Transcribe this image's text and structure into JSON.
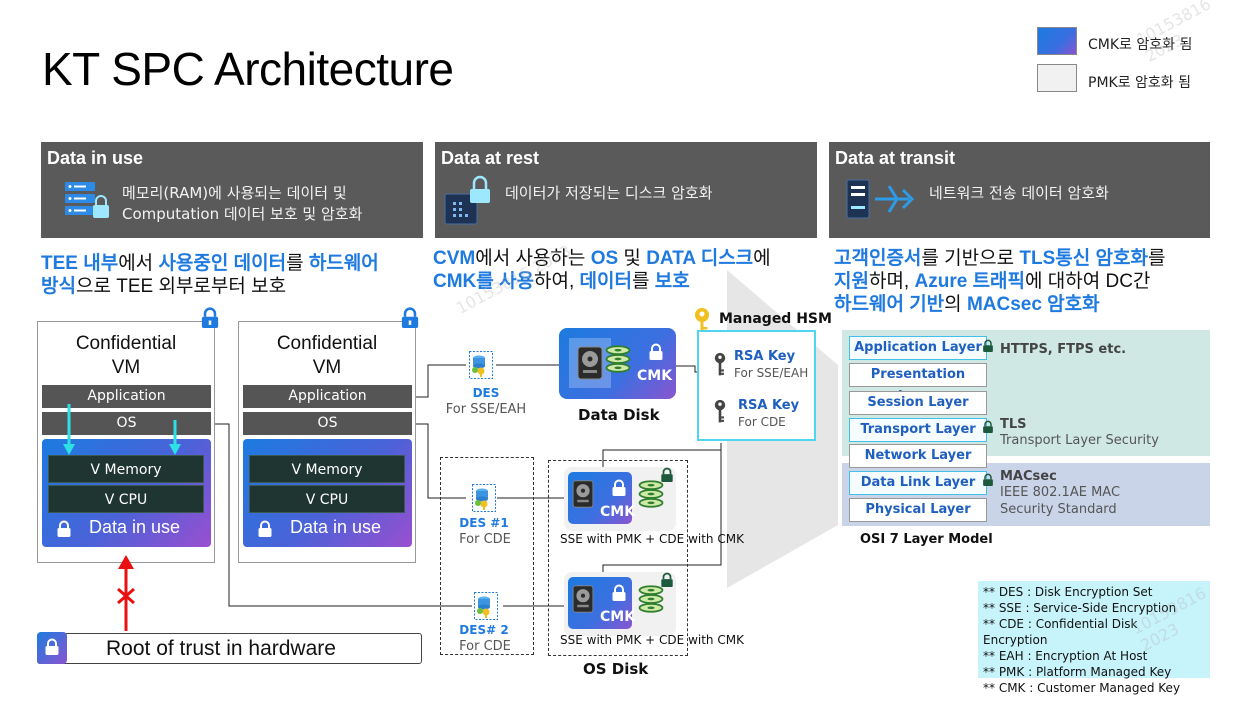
{
  "title": "KT SPC Architecture",
  "legend": [
    {
      "label": "CMK로 암호화 됨",
      "swatch": "cmk"
    },
    {
      "label": "PMK로 암호화 됨",
      "swatch": "pmk"
    }
  ],
  "sections": {
    "in_use": {
      "title": "Data in use",
      "desc_line1": "메모리(RAM)에 사용되는 데이터 및",
      "desc_line2": "Computation 데이터 보호 및 암호화"
    },
    "at_rest": {
      "title": "Data at rest",
      "desc": "데이터가 저장되는 디스크 암호화"
    },
    "transit": {
      "title": "Data at transit",
      "desc": "네트워크 전송 데이터 암호화"
    }
  },
  "blurbs": {
    "in_use": {
      "p1": "TEE 내부",
      "p2": "에서 ",
      "p3": "사용중인 데이터",
      "p4": "를 ",
      "p5": "하드웨어",
      "p6": "방식",
      "p7": "으로 TEE 외부로부터 보호"
    },
    "at_rest": {
      "p1": "CVM",
      "p2": "에서 사용하는 ",
      "p3": "OS",
      "p4": " 및 ",
      "p5": "DATA 디스크",
      "p6": "에",
      "p7": "CMK를 사용",
      "p8": "하여, ",
      "p9": "데이터",
      "p10": "를 ",
      "p11": "보호"
    },
    "transit": {
      "p1": "고객인증서",
      "p2": "를 기반으로 ",
      "p3": "TLS통신 암호화",
      "p4": "를",
      "p5": "지원",
      "p6": "하며, ",
      "p7": "Azure 트래픽",
      "p8": "에 대하여 DC간",
      "p9": "하드웨어 기반",
      "p10": "의 ",
      "p11": "MACsec 암호화"
    }
  },
  "vms": [
    {
      "title_line1": "Confidential",
      "title_line2": "VM",
      "application": "Application",
      "os": "OS",
      "memory": "V Memory",
      "cpu": "V CPU",
      "data_in_use": "Data in use"
    },
    {
      "title_line1": "Confidential",
      "title_line2": "VM",
      "application": "Application",
      "os": "OS",
      "memory": "V Memory",
      "cpu": "V CPU",
      "data_in_use": "Data in use"
    }
  ],
  "root_of_trust": "Root of trust in hardware",
  "des": [
    {
      "name": "DES",
      "sub": "For SSE/EAH"
    },
    {
      "name": "DES #1",
      "sub": "For CDE"
    },
    {
      "name": "DES# 2",
      "sub": "For CDE"
    }
  ],
  "data_disk": {
    "cmk": "CMK",
    "label": "Data Disk"
  },
  "os_disk": {
    "label": "OS Disk",
    "cards": [
      {
        "cmk": "CMK",
        "caption": "SSE with PMK + CDE with CMK"
      },
      {
        "cmk": "CMK",
        "caption": "SSE with PMK + CDE with CMK"
      }
    ]
  },
  "hsm": {
    "title": "Managed HSM",
    "keys": [
      {
        "name": "RSA Key",
        "sub": "For SSE/EAH"
      },
      {
        "name": "RSA Key",
        "sub": "For CDE"
      }
    ]
  },
  "osi": {
    "caption": "OSI 7 Layer Model",
    "layers": [
      "Application Layer",
      "Presentation Layer",
      "Session Layer",
      "Transport Layer",
      "Network Layer",
      "Data Link Layer",
      "Physical Layer"
    ],
    "notes": {
      "https": "HTTPS, FTPS etc.",
      "tls_title": "TLS",
      "tls_sub": "Transport Layer Security",
      "macsec_title": "MACsec",
      "macsec_sub1": "IEEE 802.1AE MAC",
      "macsec_sub2": "Security Standard"
    }
  },
  "abbreviations": [
    "** DES :  Disk Encryption Set",
    "** SSE : Service-Side Encryption",
    "** CDE : Confidential Disk Encryption",
    "** EAH : Encryption At Host",
    "** PMK : Platform Managed Key",
    "** CMK :  Customer Managed Key"
  ],
  "watermark": "10153816 2023"
}
